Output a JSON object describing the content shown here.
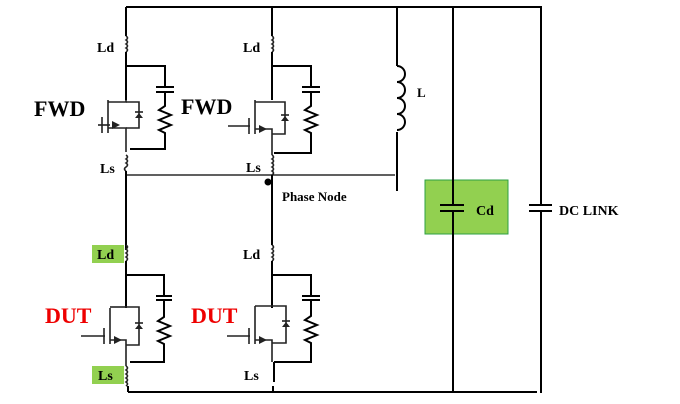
{
  "diagram": {
    "title": "",
    "labels": {
      "top_left_switch": "FWD",
      "top_right_switch": "FWD",
      "bottom_left_switch": "DUT",
      "bottom_right_switch": "DUT",
      "ld_top_left": "Ld",
      "ld_top_right": "Ld",
      "ls_top_left": "Ls",
      "ls_top_right": "Ls",
      "ld_bottom_left": "Ld",
      "ld_bottom_right": "Ld",
      "ls_bottom_left": "Ls",
      "ls_bottom_right": "Ls",
      "load_inductor": "L",
      "phase_node": "Phase Node",
      "decoupling_cap": "Cd",
      "dc_link": "DC LINK"
    },
    "colors": {
      "highlight": "#92D050",
      "highlight_border": "#2ea043",
      "dut_text": "#ee0000",
      "wire": "#000000"
    }
  }
}
